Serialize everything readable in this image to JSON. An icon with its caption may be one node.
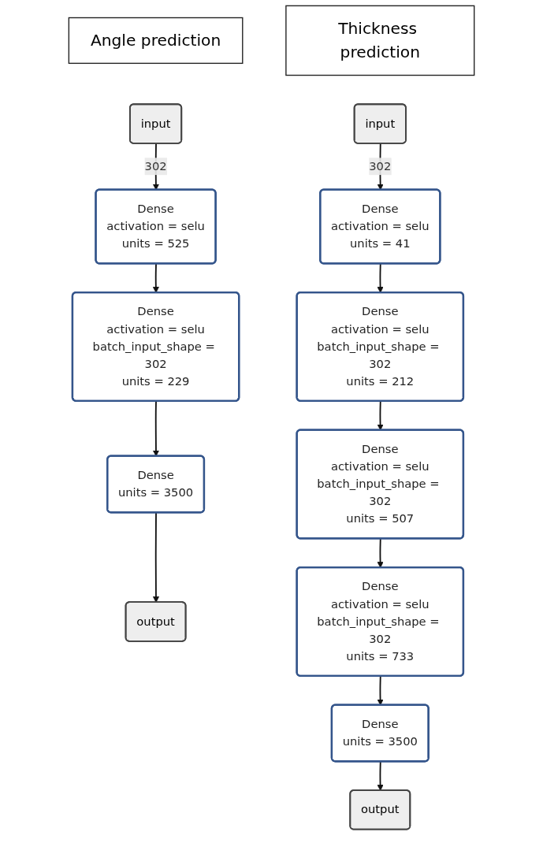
{
  "diagram": {
    "nodes": [
      {
        "text": [
          "Angle prediction"
        ]
      },
      {
        "text": [
          "Thickness prediction"
        ]
      },
      {
        "text": [
          "input"
        ]
      },
      {
        "text": [
          "Dense",
          "activation = selu",
          "units = 525"
        ]
      },
      {
        "text": [
          "Dense",
          "activation = selu",
          "batch_input_shape = 302",
          "units = 229"
        ]
      },
      {
        "text": [
          "Dense",
          "units = 3500"
        ]
      },
      {
        "text": [
          "output"
        ]
      },
      {
        "text": [
          "input"
        ]
      },
      {
        "text": [
          "Dense",
          "activation = selu",
          "units = 41"
        ]
      },
      {
        "text": [
          "Dense",
          "activation = selu",
          "batch_input_shape = 302",
          "units = 212"
        ]
      },
      {
        "text": [
          "Dense",
          "activation = selu",
          "batch_input_shape = 302",
          "units = 507"
        ]
      },
      {
        "text": [
          "Dense",
          "activation = selu",
          "batch_input_shape = 302",
          "units = 733"
        ]
      },
      {
        "text": [
          "Dense",
          "units = 3500"
        ]
      },
      {
        "text": [
          "output"
        ]
      }
    ],
    "edges": [
      {
        "from": 2,
        "to": 3,
        "arrow": "to",
        "label": "302"
      },
      {
        "from": 3,
        "to": 4,
        "arrow": "to"
      },
      {
        "from": 4,
        "to": 5,
        "arrow": "to"
      },
      {
        "from": 5,
        "to": 6,
        "arrow": "to"
      },
      {
        "from": 7,
        "to": 8,
        "arrow": "to",
        "label": "302"
      },
      {
        "from": 8,
        "to": 9,
        "arrow": "to"
      },
      {
        "from": 9,
        "to": 10,
        "arrow": "to"
      },
      {
        "from": 10,
        "to": 11,
        "arrow": "to"
      },
      {
        "from": 11,
        "to": 12,
        "arrow": "to"
      },
      {
        "from": 12,
        "to": 13,
        "arrow": "to"
      }
    ]
  }
}
